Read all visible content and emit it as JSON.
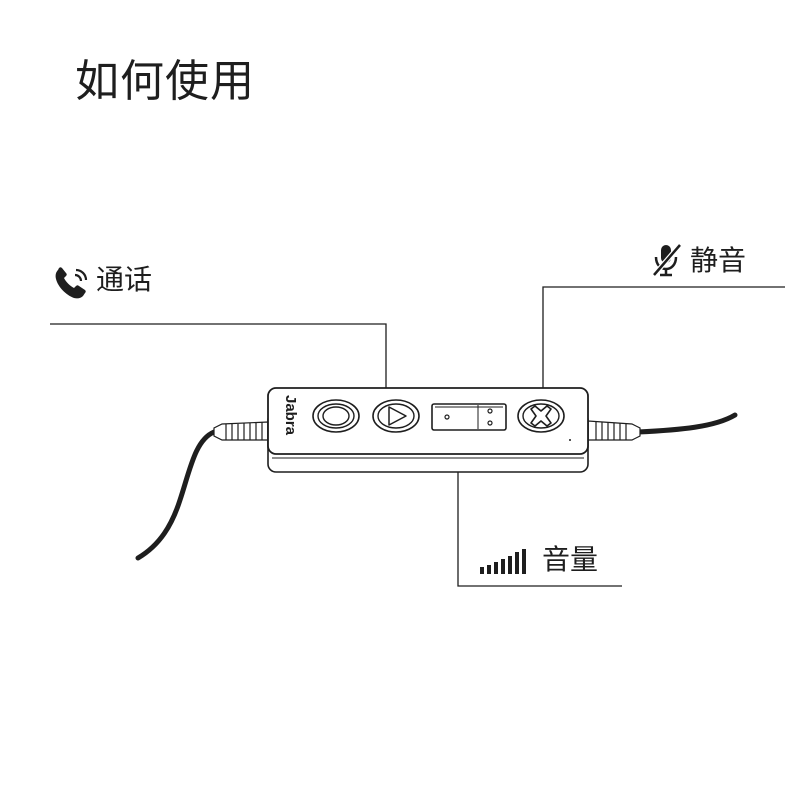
{
  "title": "如何使用",
  "brand": "Jabra",
  "labels": {
    "call": "通话",
    "mute": "静音",
    "volume": "音量"
  },
  "icons": {
    "call": "phone-ringing-icon",
    "mute": "microphone-muted-icon",
    "volume": "signal-bars-icon"
  },
  "colors": {
    "line": "#1e1e1e",
    "background": "#ffffff"
  }
}
